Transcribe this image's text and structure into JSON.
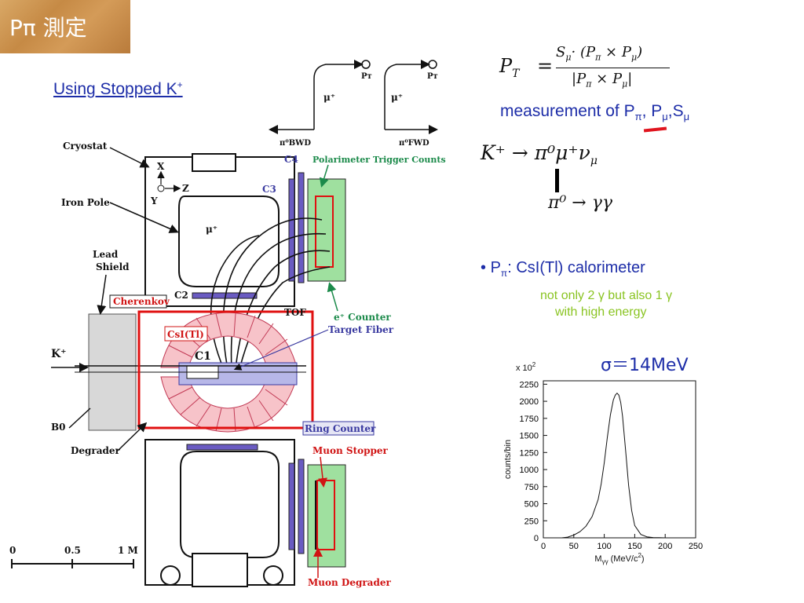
{
  "title": {
    "text": "Pπ 測定"
  },
  "subtitle": {
    "text": "Using Stopped K",
    "sup": "+"
  },
  "formulas": {
    "pt_lhs": "P",
    "pt_lhs_sub": "T",
    "pt_eq": "=",
    "pt_num": "S",
    "pt_num_sub": "μ",
    "pt_num_rest": "· (P",
    "pt_num_pi": "π",
    "pt_num_times": " × P",
    "pt_num_mu": "μ",
    "pt_num_close": ")",
    "pt_den": "|P",
    "pt_den_pi": "π",
    "pt_den_times": " × P",
    "pt_den_mu": "μ",
    "pt_den_close": "|",
    "decay1": "K⁺ → π⁰μ⁺ν",
    "decay1_sub": "μ",
    "decay2": "π⁰ → γγ"
  },
  "measurement": {
    "prefix": "measurement of P",
    "pi": "π",
    "mid": ", P",
    "mu": "μ",
    "sep": ",S",
    "mu2": "μ"
  },
  "bullet": {
    "dot": "•",
    "p": "P",
    "pi": "π",
    "rest": ":   CsI(Tl) calorimeter"
  },
  "note": {
    "line1": "not only 2 γ but also 1 γ",
    "line2": "with high energy"
  },
  "sigma": {
    "text": "σ＝14MeV"
  },
  "detector": {
    "labels": {
      "cryostat": "Cryostat",
      "iron_pole": "Iron Pole",
      "lead_shield_1": "Lead",
      "lead_shield_2": "Shield",
      "cherenkov": "Cherenkov",
      "csi": "CsI(Tl)",
      "c1": "C1",
      "c2": "C2",
      "c3": "C3",
      "c4": "C4",
      "polarimeter": "Polarimeter Trigger Counts",
      "e_counter": "e⁺ Counter",
      "target_fiber": "Target Fiber",
      "tof": "TOF",
      "ring_counter": "Ring Counter",
      "muon_stopper": "Muon Stopper",
      "muon_degrader": "Muon Degrader",
      "degrader": "Degrader",
      "kplus": "K⁺",
      "b0": "B0",
      "x": "X",
      "y": "Y",
      "z": "Z",
      "mu_plus_top": "μ⁺",
      "mu_plus_top2": "μ⁺",
      "mu_plus_mid": "μ⁺",
      "pt_a": "Pᴛ",
      "pt_b": "Pᴛ",
      "bwd": "π⁰BWD",
      "fwd": "π⁰FWD",
      "scale_0": "0",
      "scale_05": "0.5",
      "scale_1": "1 M"
    }
  },
  "chart_data": {
    "type": "line",
    "title": "",
    "multiplier": "x 10",
    "multiplier_exp": "2",
    "xlabel": "M",
    "xlabel_sub": "γγ",
    "xlabel_unit": " (MeV/c",
    "xlabel_unit_exp": "2",
    "xlabel_close": ")",
    "ylabel": "counts/bin",
    "xlim": [
      0,
      250
    ],
    "ylim": [
      0,
      2300
    ],
    "xticks": [
      "0",
      "50",
      "100",
      "150",
      "200",
      "250"
    ],
    "yticks": [
      "0",
      "250",
      "500",
      "750",
      "1000",
      "1250",
      "1500",
      "1750",
      "2000",
      "2250"
    ],
    "x": [
      30,
      40,
      50,
      60,
      70,
      80,
      90,
      95,
      100,
      105,
      110,
      115,
      118,
      121,
      124,
      127,
      130,
      135,
      140,
      145,
      150,
      160,
      170,
      180,
      190,
      200
    ],
    "y": [
      0,
      10,
      40,
      90,
      170,
      310,
      560,
      790,
      1100,
      1470,
      1800,
      2020,
      2090,
      2120,
      2090,
      1980,
      1780,
      1280,
      770,
      400,
      180,
      50,
      15,
      5,
      2,
      0
    ]
  }
}
